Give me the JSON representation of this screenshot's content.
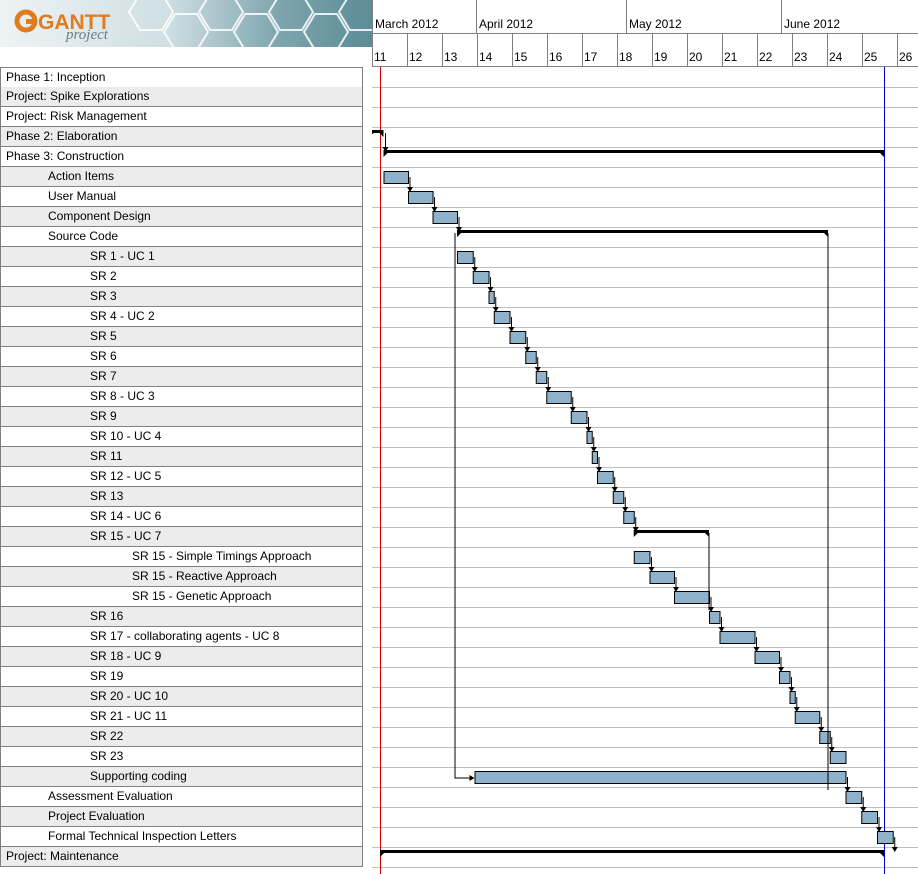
{
  "app": {
    "logo_text": "GANTT",
    "logo_subtext": "project"
  },
  "timeline": {
    "months": [
      {
        "label": "March 2012"
      },
      {
        "label": "April 2012"
      },
      {
        "label": "May 2012"
      },
      {
        "label": "June 2012"
      }
    ],
    "weeks": [
      "11",
      "12",
      "13",
      "14",
      "15",
      "16",
      "17",
      "18",
      "19",
      "20",
      "21",
      "22",
      "23",
      "24",
      "25",
      "26"
    ],
    "today_week": 11,
    "project_end_week": 25.4
  },
  "colors": {
    "bar_fill": "#8fb1c9",
    "bar_border": "#000000",
    "today_line": "#cc0000",
    "end_line": "#0000cc",
    "row_alt": "#ececec",
    "gridline": "#808080"
  },
  "tasks": [
    {
      "name": "Phase 1: Inception",
      "level": 0
    },
    {
      "name": "Project: Spike Explorations",
      "level": 0
    },
    {
      "name": "Project: Risk Management",
      "level": 0
    },
    {
      "name": "Phase 2: Elaboration",
      "level": 0,
      "summary": [
        10.7,
        11.1
      ]
    },
    {
      "name": "Phase 3: Construction",
      "level": 0,
      "summary": [
        11.1,
        25.4
      ]
    },
    {
      "name": "Action Items",
      "level": 1,
      "bar": [
        11.1,
        11.8
      ]
    },
    {
      "name": "User Manual",
      "level": 1,
      "bar": [
        11.8,
        12.5
      ]
    },
    {
      "name": "Component Design",
      "level": 1,
      "bar": [
        12.5,
        13.2
      ]
    },
    {
      "name": "Source Code",
      "level": 1,
      "summary": [
        13.2,
        23.8
      ]
    },
    {
      "name": "SR 1 - UC 1",
      "level": 2,
      "bar": [
        13.2,
        13.65
      ]
    },
    {
      "name": "SR 2",
      "level": 2,
      "bar": [
        13.65,
        14.1
      ]
    },
    {
      "name": "SR 3",
      "level": 2,
      "bar": [
        14.1,
        14.25
      ]
    },
    {
      "name": "SR 4 - UC 2",
      "level": 2,
      "bar": [
        14.25,
        14.7
      ]
    },
    {
      "name": "SR 5",
      "level": 2,
      "bar": [
        14.7,
        15.15
      ]
    },
    {
      "name": "SR 6",
      "level": 2,
      "bar": [
        15.15,
        15.45
      ]
    },
    {
      "name": "SR 7",
      "level": 2,
      "bar": [
        15.45,
        15.75
      ]
    },
    {
      "name": "SR 8 - UC 3",
      "level": 2,
      "bar": [
        15.75,
        16.45
      ]
    },
    {
      "name": "SR 9",
      "level": 2,
      "bar": [
        16.45,
        16.9
      ]
    },
    {
      "name": "SR 10 - UC 4",
      "level": 2,
      "bar": [
        16.9,
        17.05
      ]
    },
    {
      "name": "SR 11",
      "level": 2,
      "bar": [
        17.05,
        17.2
      ]
    },
    {
      "name": "SR 12 - UC 5",
      "level": 2,
      "bar": [
        17.2,
        17.65
      ]
    },
    {
      "name": "SR 13",
      "level": 2,
      "bar": [
        17.65,
        17.95
      ]
    },
    {
      "name": "SR 14 - UC 6",
      "level": 2,
      "bar": [
        17.95,
        18.25
      ]
    },
    {
      "name": "SR 15 - UC 7",
      "level": 2,
      "summary": [
        18.25,
        20.4
      ]
    },
    {
      "name": "SR 15 - Simple Timings Approach",
      "level": 3,
      "bar": [
        18.25,
        18.7
      ]
    },
    {
      "name": "SR 15 - Reactive Approach",
      "level": 3,
      "bar": [
        18.7,
        19.4
      ]
    },
    {
      "name": "SR 15 - Genetic Approach",
      "level": 3,
      "bar": [
        19.4,
        20.4
      ]
    },
    {
      "name": "SR 16",
      "level": 2,
      "bar": [
        20.4,
        20.7
      ]
    },
    {
      "name": "SR 17 - collaborating agents - UC 8",
      "level": 2,
      "bar": [
        20.7,
        21.7
      ]
    },
    {
      "name": "SR 18 - UC 9",
      "level": 2,
      "bar": [
        21.7,
        22.4
      ]
    },
    {
      "name": "SR 19",
      "level": 2,
      "bar": [
        22.4,
        22.7
      ]
    },
    {
      "name": "SR 20 - UC 10",
      "level": 2,
      "bar": [
        22.7,
        22.85
      ]
    },
    {
      "name": "SR 21 - UC 11",
      "level": 2,
      "bar": [
        22.85,
        23.55
      ]
    },
    {
      "name": "SR 22",
      "level": 2,
      "bar": [
        23.55,
        23.85
      ]
    },
    {
      "name": "SR 23",
      "level": 2,
      "bar": [
        23.85,
        24.3
      ]
    },
    {
      "name": "Supporting coding",
      "level": 2,
      "bar": [
        13.7,
        24.3
      ]
    },
    {
      "name": "Assessment Evaluation",
      "level": 1,
      "bar": [
        24.3,
        24.75
      ]
    },
    {
      "name": "Project Evaluation",
      "level": 1,
      "bar": [
        24.75,
        25.2
      ]
    },
    {
      "name": "Formal Technical Inspection Letters",
      "level": 1,
      "bar": [
        25.2,
        25.65
      ]
    },
    {
      "name": "Project: Maintenance",
      "level": 0,
      "summary": [
        11.0,
        25.4
      ]
    }
  ]
}
